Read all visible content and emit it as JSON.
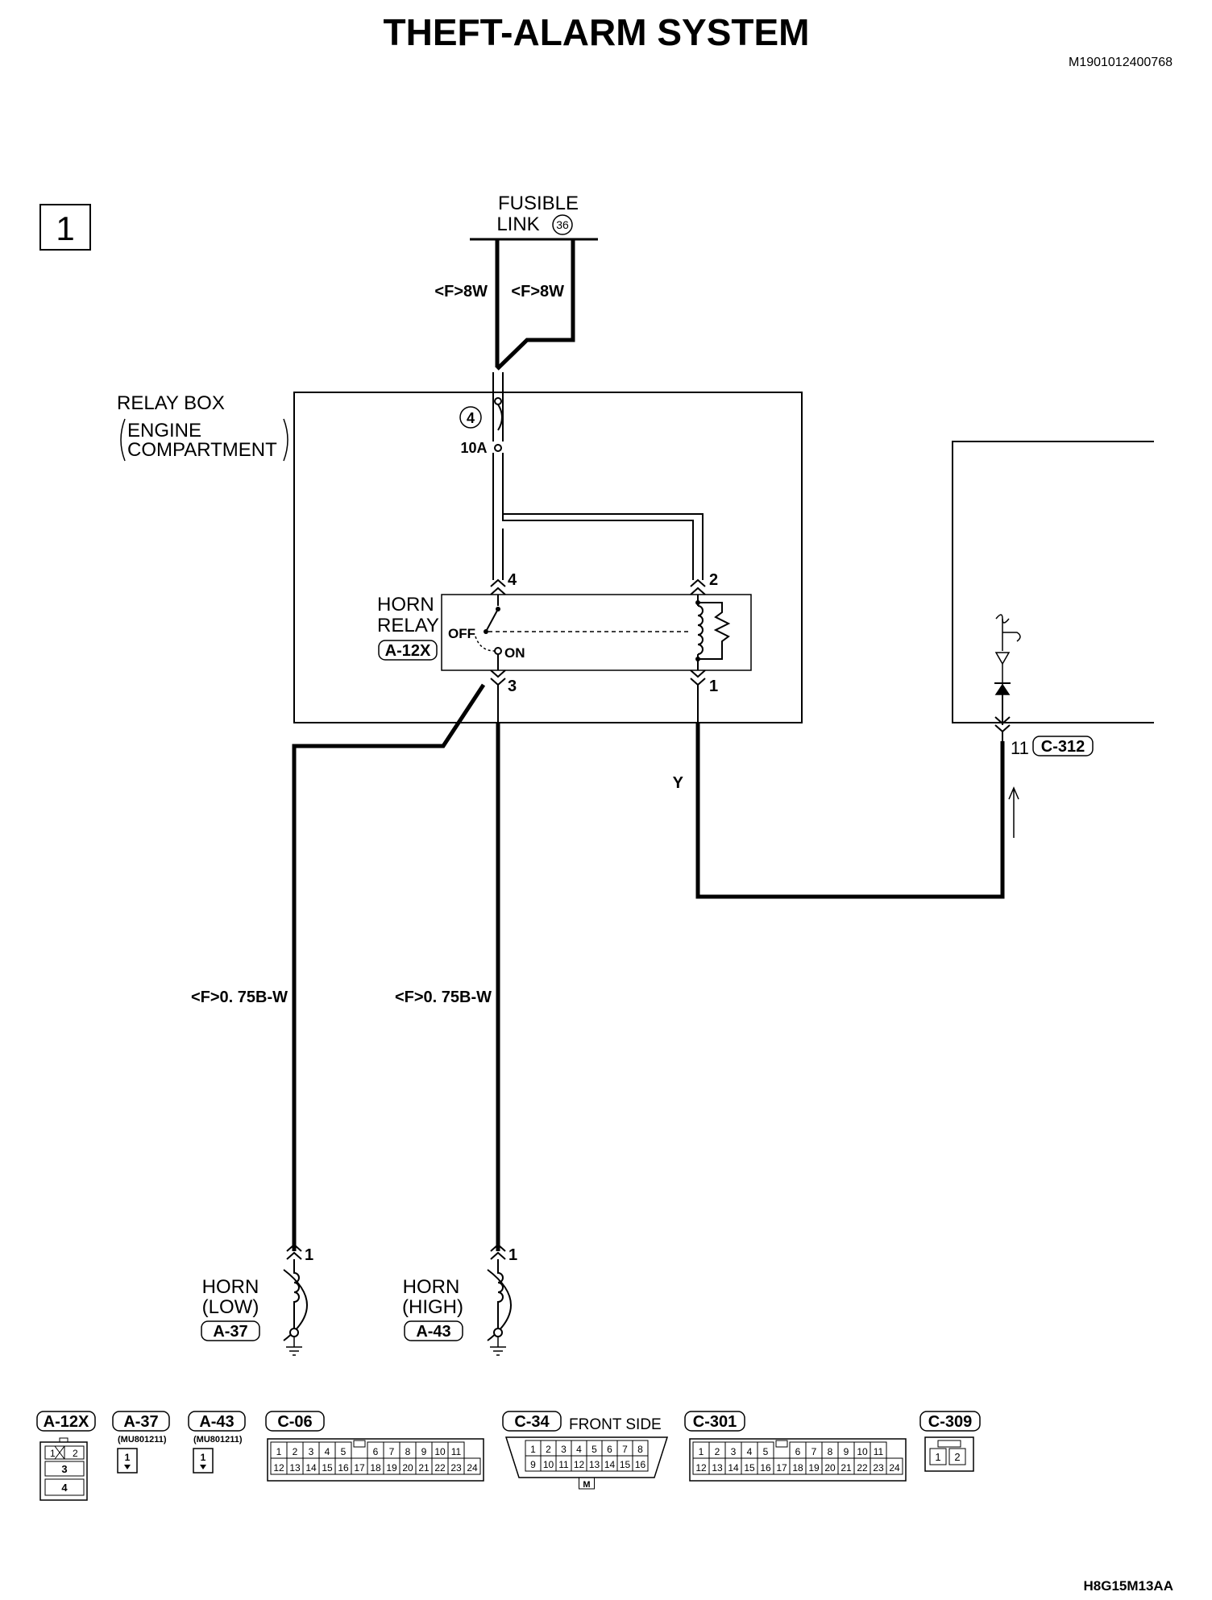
{
  "header": {
    "title": "THEFT-ALARM SYSTEM",
    "doc_code": "M1901012400768",
    "footer_code": "H8G15M13AA"
  },
  "page_box": "1",
  "fusible_link": {
    "line1": "FUSIBLE",
    "line2": "LINK",
    "number": "36",
    "wire_left": "<F>8W",
    "wire_right": "<F>8W"
  },
  "relay_box": {
    "line1": "RELAY BOX",
    "line2": "ENGINE",
    "line3": "COMPARTMENT",
    "fuse_number": "4",
    "fuse_rating": "10A"
  },
  "horn_relay": {
    "line1": "HORN",
    "line2": "RELAY",
    "connector": "A-12X",
    "off": "OFF",
    "on": "ON",
    "pin_4": "4",
    "pin_2": "2",
    "pin_3": "3",
    "pin_1": "1"
  },
  "wires": {
    "y_wire": "Y",
    "left_horn_wire": "<F>0. 75B-W",
    "right_horn_wire": "<F>0. 75B-W"
  },
  "etacs": {
    "pin": "11",
    "connector": "C-312"
  },
  "horn_low": {
    "line1": "HORN",
    "line2": "(LOW)",
    "connector": "A-37",
    "pin": "1"
  },
  "horn_high": {
    "line1": "HORN",
    "line2": "(HIGH)",
    "connector": "A-43",
    "pin": "1"
  },
  "connectors": {
    "a12x": {
      "label": "A-12X",
      "pins_top": [
        "1",
        "2"
      ],
      "pin_mid": "3",
      "pin_bottom": "4"
    },
    "a37": {
      "label": "A-37",
      "part": "(MU801211)",
      "pin": "1"
    },
    "a43": {
      "label": "A-43",
      "part": "(MU801211)",
      "pin": "1"
    },
    "c06": {
      "label": "C-06",
      "row1": [
        "1",
        "2",
        "3",
        "4",
        "5",
        "",
        "6",
        "7",
        "8",
        "9",
        "10",
        "11"
      ],
      "row2": [
        "12",
        "13",
        "14",
        "15",
        "16",
        "17",
        "18",
        "19",
        "20",
        "21",
        "22",
        "23",
        "24"
      ]
    },
    "c34": {
      "label": "C-34",
      "note": "FRONT SIDE",
      "row1": [
        "1",
        "2",
        "3",
        "4",
        "5",
        "6",
        "7",
        "8"
      ],
      "row2": [
        "9",
        "10",
        "11",
        "12",
        "13",
        "14",
        "15",
        "16"
      ],
      "key": "M"
    },
    "c301": {
      "label": "C-301",
      "row1": [
        "1",
        "2",
        "3",
        "4",
        "5",
        "",
        "6",
        "7",
        "8",
        "9",
        "10",
        "11"
      ],
      "row2": [
        "12",
        "13",
        "14",
        "15",
        "16",
        "17",
        "18",
        "19",
        "20",
        "21",
        "22",
        "23",
        "24"
      ]
    },
    "c309": {
      "label": "C-309",
      "pins": [
        "1",
        "2"
      ]
    }
  }
}
